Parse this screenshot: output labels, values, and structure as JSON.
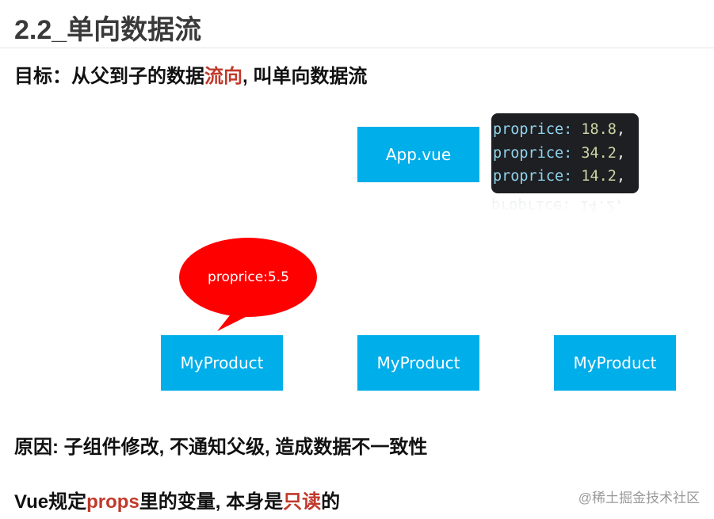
{
  "slide": {
    "title": "2.2_单向数据流"
  },
  "goal": {
    "prefix": "目标：从父到子的数据",
    "highlight": "流向",
    "suffix": ", 叫单向数据流"
  },
  "parent_box": {
    "label": "App.vue"
  },
  "code_popup": {
    "lines": [
      {
        "key": "proprice:",
        "value": "18.8",
        "trail": ","
      },
      {
        "key": "proprice:",
        "value": "34.2",
        "trail": ","
      },
      {
        "key": "proprice:",
        "value": "14.2",
        "trail": ","
      }
    ]
  },
  "speech_bubble": {
    "text": "proprice:5.5",
    "color": "#ff0000"
  },
  "children": [
    {
      "label": "MyProduct"
    },
    {
      "label": "MyProduct"
    },
    {
      "label": "MyProduct"
    }
  ],
  "reason": {
    "text": "原因: 子组件修改, 不通知父级, 造成数据不一致性"
  },
  "rule": {
    "prefix": "Vue规定",
    "highlight1": "props",
    "middle": "里的变量, 本身是",
    "highlight2": "只读",
    "suffix": "的"
  },
  "watermark": {
    "text": "@稀土掘金技术社区"
  },
  "colors": {
    "box": "#00aeea",
    "highlight": "#c0392b"
  }
}
